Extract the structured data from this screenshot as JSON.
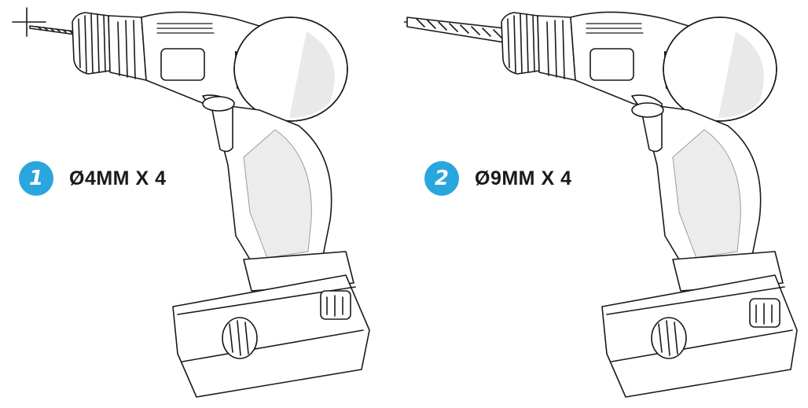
{
  "accent_color": "#2aa6de",
  "steps": [
    {
      "number": "1",
      "spec": "Ø4MM X 4",
      "drill_bit": "thin-bit",
      "crosshair_icon": "crosshair-icon"
    },
    {
      "number": "2",
      "spec": "Ø9MM X 4",
      "drill_bit": "thick-bit",
      "crosshair_icon": "crosshair-circle-icon"
    }
  ]
}
